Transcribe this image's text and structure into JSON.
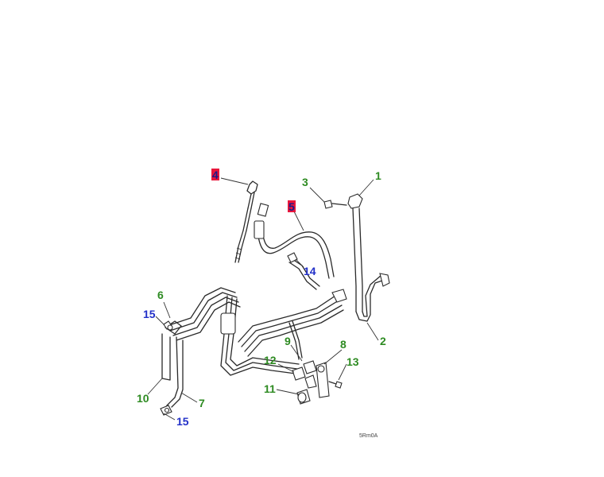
{
  "diagram": {
    "reference_code": "5Rm0A",
    "callouts": [
      {
        "label": "1",
        "color": "#2e8b22"
      },
      {
        "label": "2",
        "color": "#2e8b22"
      },
      {
        "label": "3",
        "color": "#2e8b22"
      },
      {
        "label": "4",
        "color": "#1a1a8a",
        "highlight": "#e8163c"
      },
      {
        "label": "5",
        "color": "#1a1a8a",
        "highlight": "#e8163c"
      },
      {
        "label": "6",
        "color": "#2e8b22"
      },
      {
        "label": "7",
        "color": "#2e8b22"
      },
      {
        "label": "8",
        "color": "#2e8b22"
      },
      {
        "label": "9",
        "color": "#2e8b22"
      },
      {
        "label": "10",
        "color": "#2e8b22"
      },
      {
        "label": "11",
        "color": "#2e8b22"
      },
      {
        "label": "12",
        "color": "#2e8b22"
      },
      {
        "label": "13",
        "color": "#2e8b22"
      },
      {
        "label": "14",
        "color": "#2230c8"
      },
      {
        "label": "15",
        "color": "#2230c8"
      },
      {
        "label": "15",
        "color": "#2230c8"
      }
    ]
  }
}
